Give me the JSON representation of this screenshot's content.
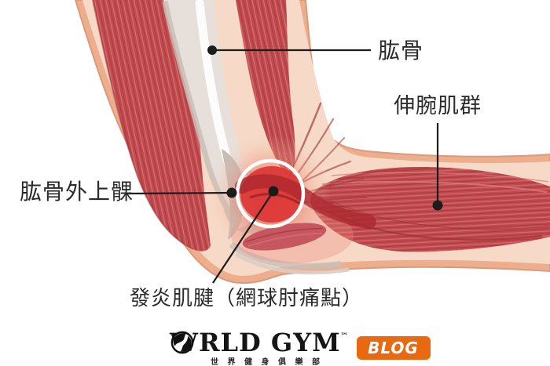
{
  "page": {
    "background": "#ffffff"
  },
  "diagram": {
    "title_meaning": "tennis-elbow anatomy diagram",
    "labels": {
      "humerus": "肱骨",
      "extensors": "伸腕肌群",
      "epicondyle": "肱骨外上髁",
      "inflamed": "發炎肌腱（網球肘痛點）"
    },
    "colors": {
      "line": "#1c1c1c",
      "label_text": "#2a2a2a",
      "skin": "#f6d9c6",
      "skin_band": "#ecae8d",
      "skin_outline": "#dd9a7b",
      "muscle": "#c04a4e",
      "muscle_dark": "#9c2f36",
      "muscle_light": "#d8797c",
      "bone": "#e7e0da",
      "bone_shadow": "#c9beb7",
      "inflamed_core": "#dd3a38",
      "ring": "#ffffff"
    }
  },
  "footer": {
    "brand_prefix": "W",
    "brand_suffix": "RLD GYM",
    "trademark": "™",
    "subtitle": "世界健身俱樂部",
    "blog_label": "BLOG",
    "blog_color": "#e8690f"
  }
}
